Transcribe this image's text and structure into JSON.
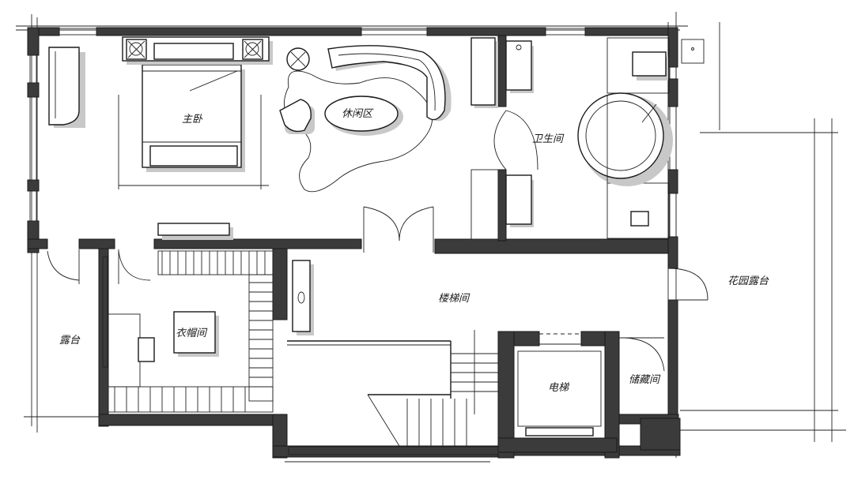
{
  "rooms": {
    "master_bedroom": "主卧",
    "lounge": "休闲区",
    "bathroom": "卫生间",
    "stairwell": "楼梯间",
    "garden_terrace": "花园露台",
    "balcony": "露台",
    "cloakroom": "衣帽间",
    "elevator": "电梯",
    "storage": "储藏间"
  },
  "colors": {
    "wall": "#3b3b3b",
    "line": "#1a1a1a",
    "shadow": "#c8c8c8",
    "background": "#ffffff"
  }
}
